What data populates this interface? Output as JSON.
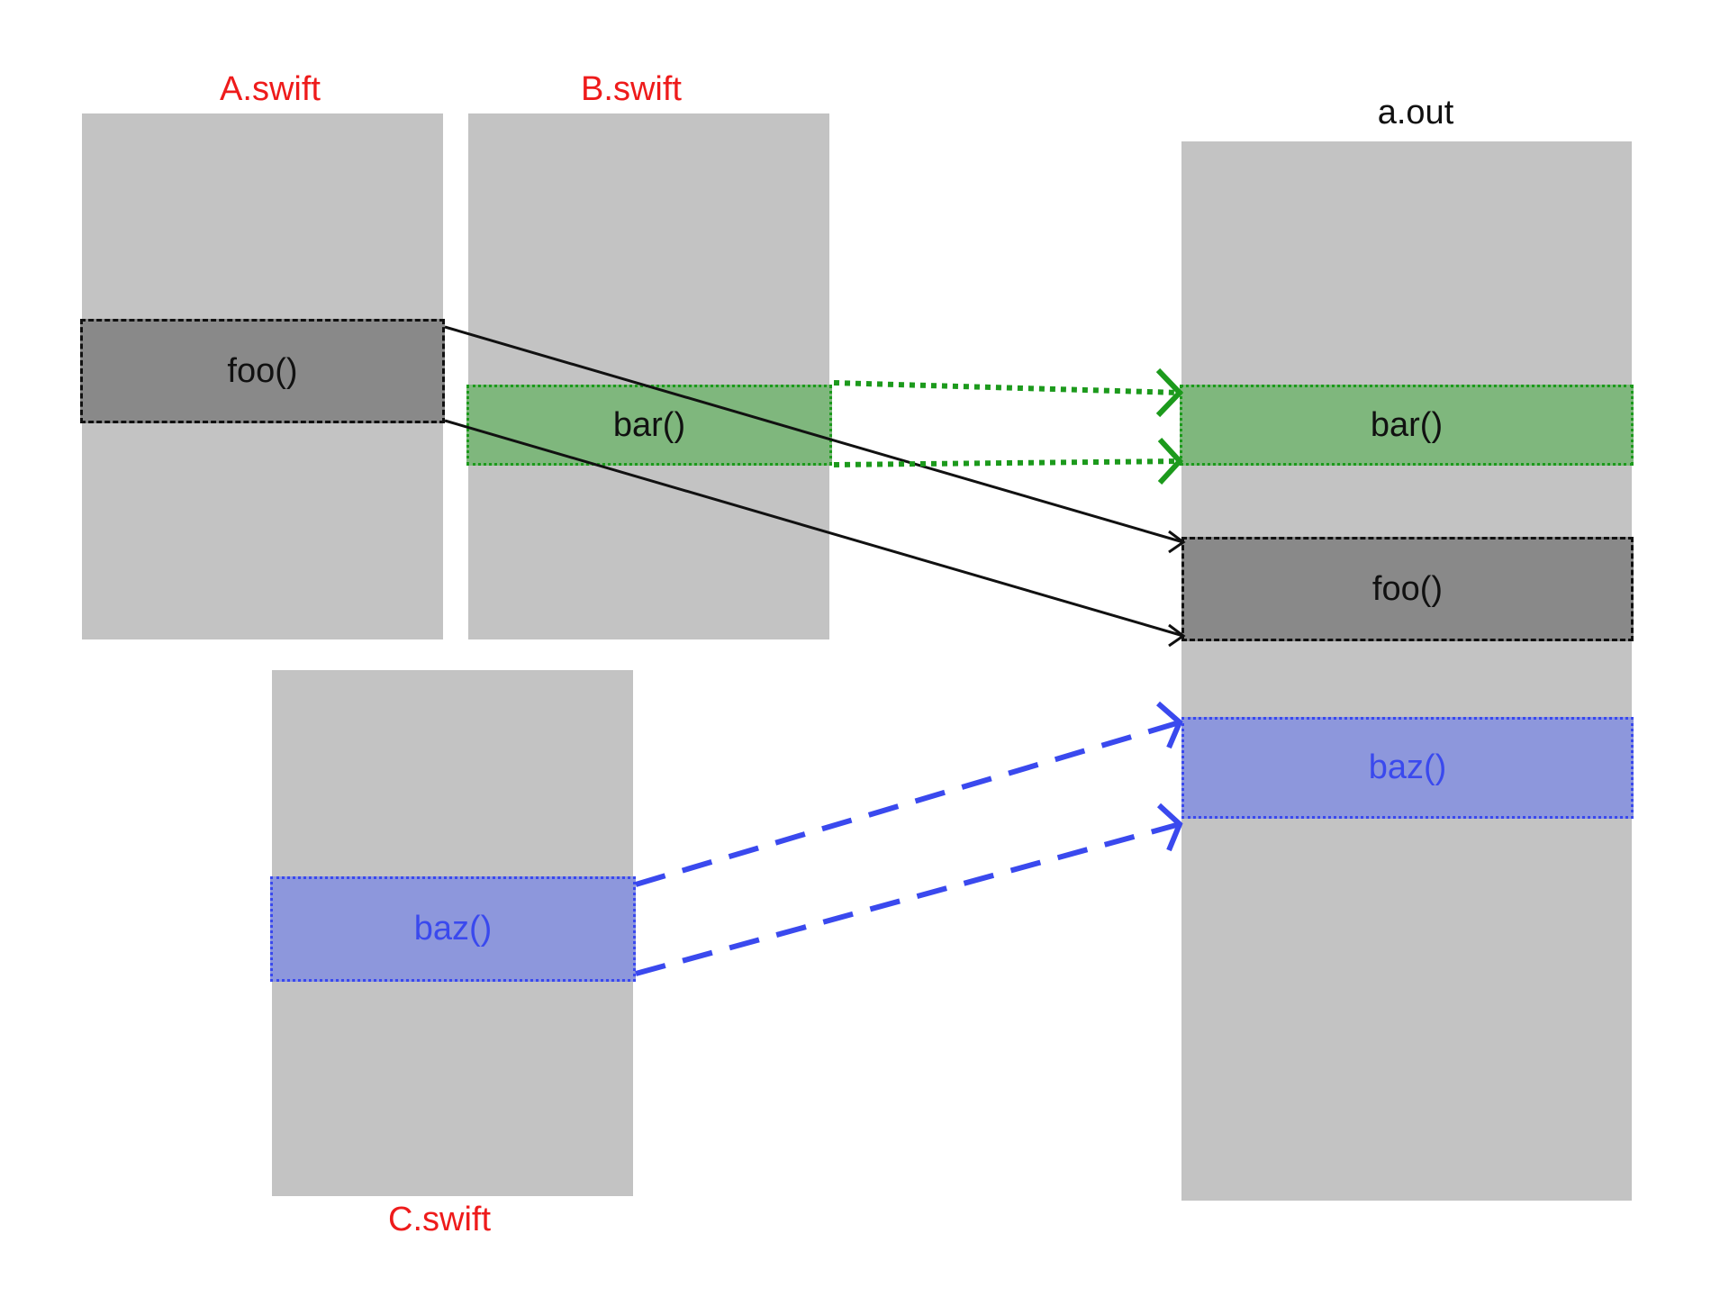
{
  "files": {
    "a": {
      "name": "A.swift",
      "block": "foo()"
    },
    "b": {
      "name": "B.swift",
      "block": "bar()"
    },
    "c": {
      "name": "C.swift",
      "block": "baz()"
    }
  },
  "output": {
    "name": "a.out",
    "blocks": {
      "bar": "bar()",
      "foo": "foo()",
      "baz": "baz()"
    }
  },
  "colors": {
    "file_label": "#ee1b1b",
    "output_label": "#111111",
    "panel": "#c3c3c3",
    "foo": "#898989",
    "bar": "#7fb77d",
    "bar_edge": "#1c9a1c",
    "baz": "#8d97dc",
    "baz_edge": "#3a49ee"
  }
}
